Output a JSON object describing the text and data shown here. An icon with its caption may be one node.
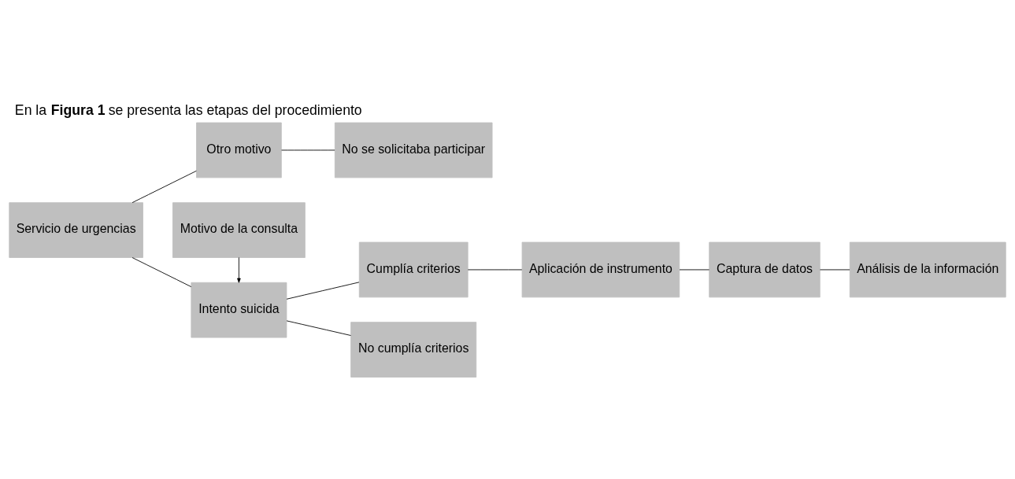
{
  "diagram": {
    "title": "En la **Figura 1** se presenta las etapas del procedimiento",
    "nodes": [
      {
        "text": [
          "Servicio de urgencias"
        ]
      },
      {
        "text": [
          "Motivo de la consulta"
        ]
      },
      {
        "text": [
          "Intento suicida"
        ]
      },
      {
        "text": [
          "Otro motivo"
        ]
      },
      {
        "text": [
          "Cumplía criterios"
        ]
      },
      {
        "text": [
          "No cumplía criterios"
        ]
      },
      {
        "text": [
          "No se solicitaba participar"
        ]
      },
      {
        "text": [
          "Aplicación de instrumento"
        ]
      },
      {
        "text": [
          "Captura de datos"
        ]
      },
      {
        "text": [
          "Análisis de la información"
        ]
      }
    ],
    "edges": [
      {
        "from": 1,
        "to": 2,
        "arrow": "to"
      },
      {
        "from": 0,
        "to": 2,
        "arrow": "none"
      },
      {
        "from": 0,
        "to": 3,
        "arrow": "none"
      },
      {
        "from": 2,
        "to": 4,
        "arrow": "none"
      },
      {
        "from": 2,
        "to": 5,
        "arrow": "none"
      },
      {
        "from": 3,
        "to": 6,
        "arrow": "none"
      },
      {
        "from": 4,
        "to": 7,
        "arrow": "none"
      },
      {
        "from": 7,
        "to": 8,
        "arrow": "none"
      },
      {
        "from": 8,
        "to": 9,
        "arrow": "none"
      }
    ]
  }
}
